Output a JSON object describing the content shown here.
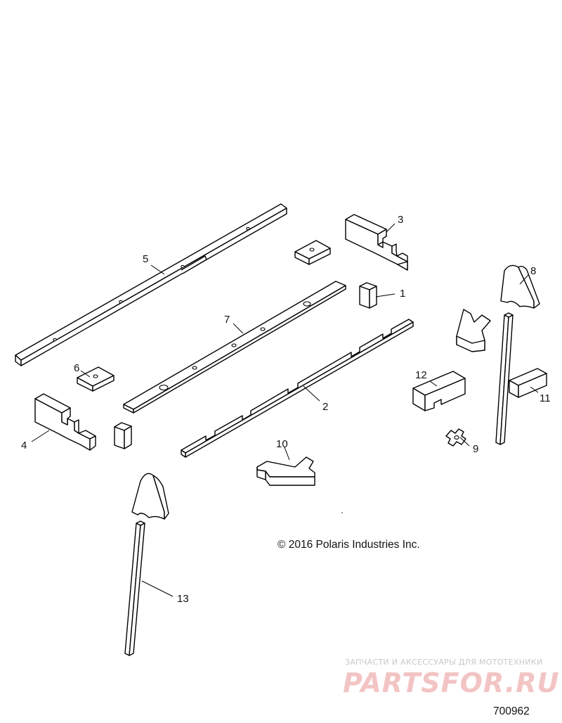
{
  "callouts": {
    "c1": "1",
    "c2": "2",
    "c3": "3",
    "c4": "4",
    "c5": "5",
    "c6": "6",
    "c7": "7",
    "c8": "8",
    "c9": "9",
    "c10": "10",
    "c11": "11",
    "c12": "12",
    "c13": "13"
  },
  "copyright": "© 2016 Polaris Industries Inc.",
  "watermark": {
    "tagline": "ЗАПЧАСТИ И АКСЕССУАРЫ ДЛЯ МОТОТЕХНИКИ",
    "logo": "PARTSFOR.RU",
    "color": "#f3c4c4"
  },
  "figure_number": "700962"
}
